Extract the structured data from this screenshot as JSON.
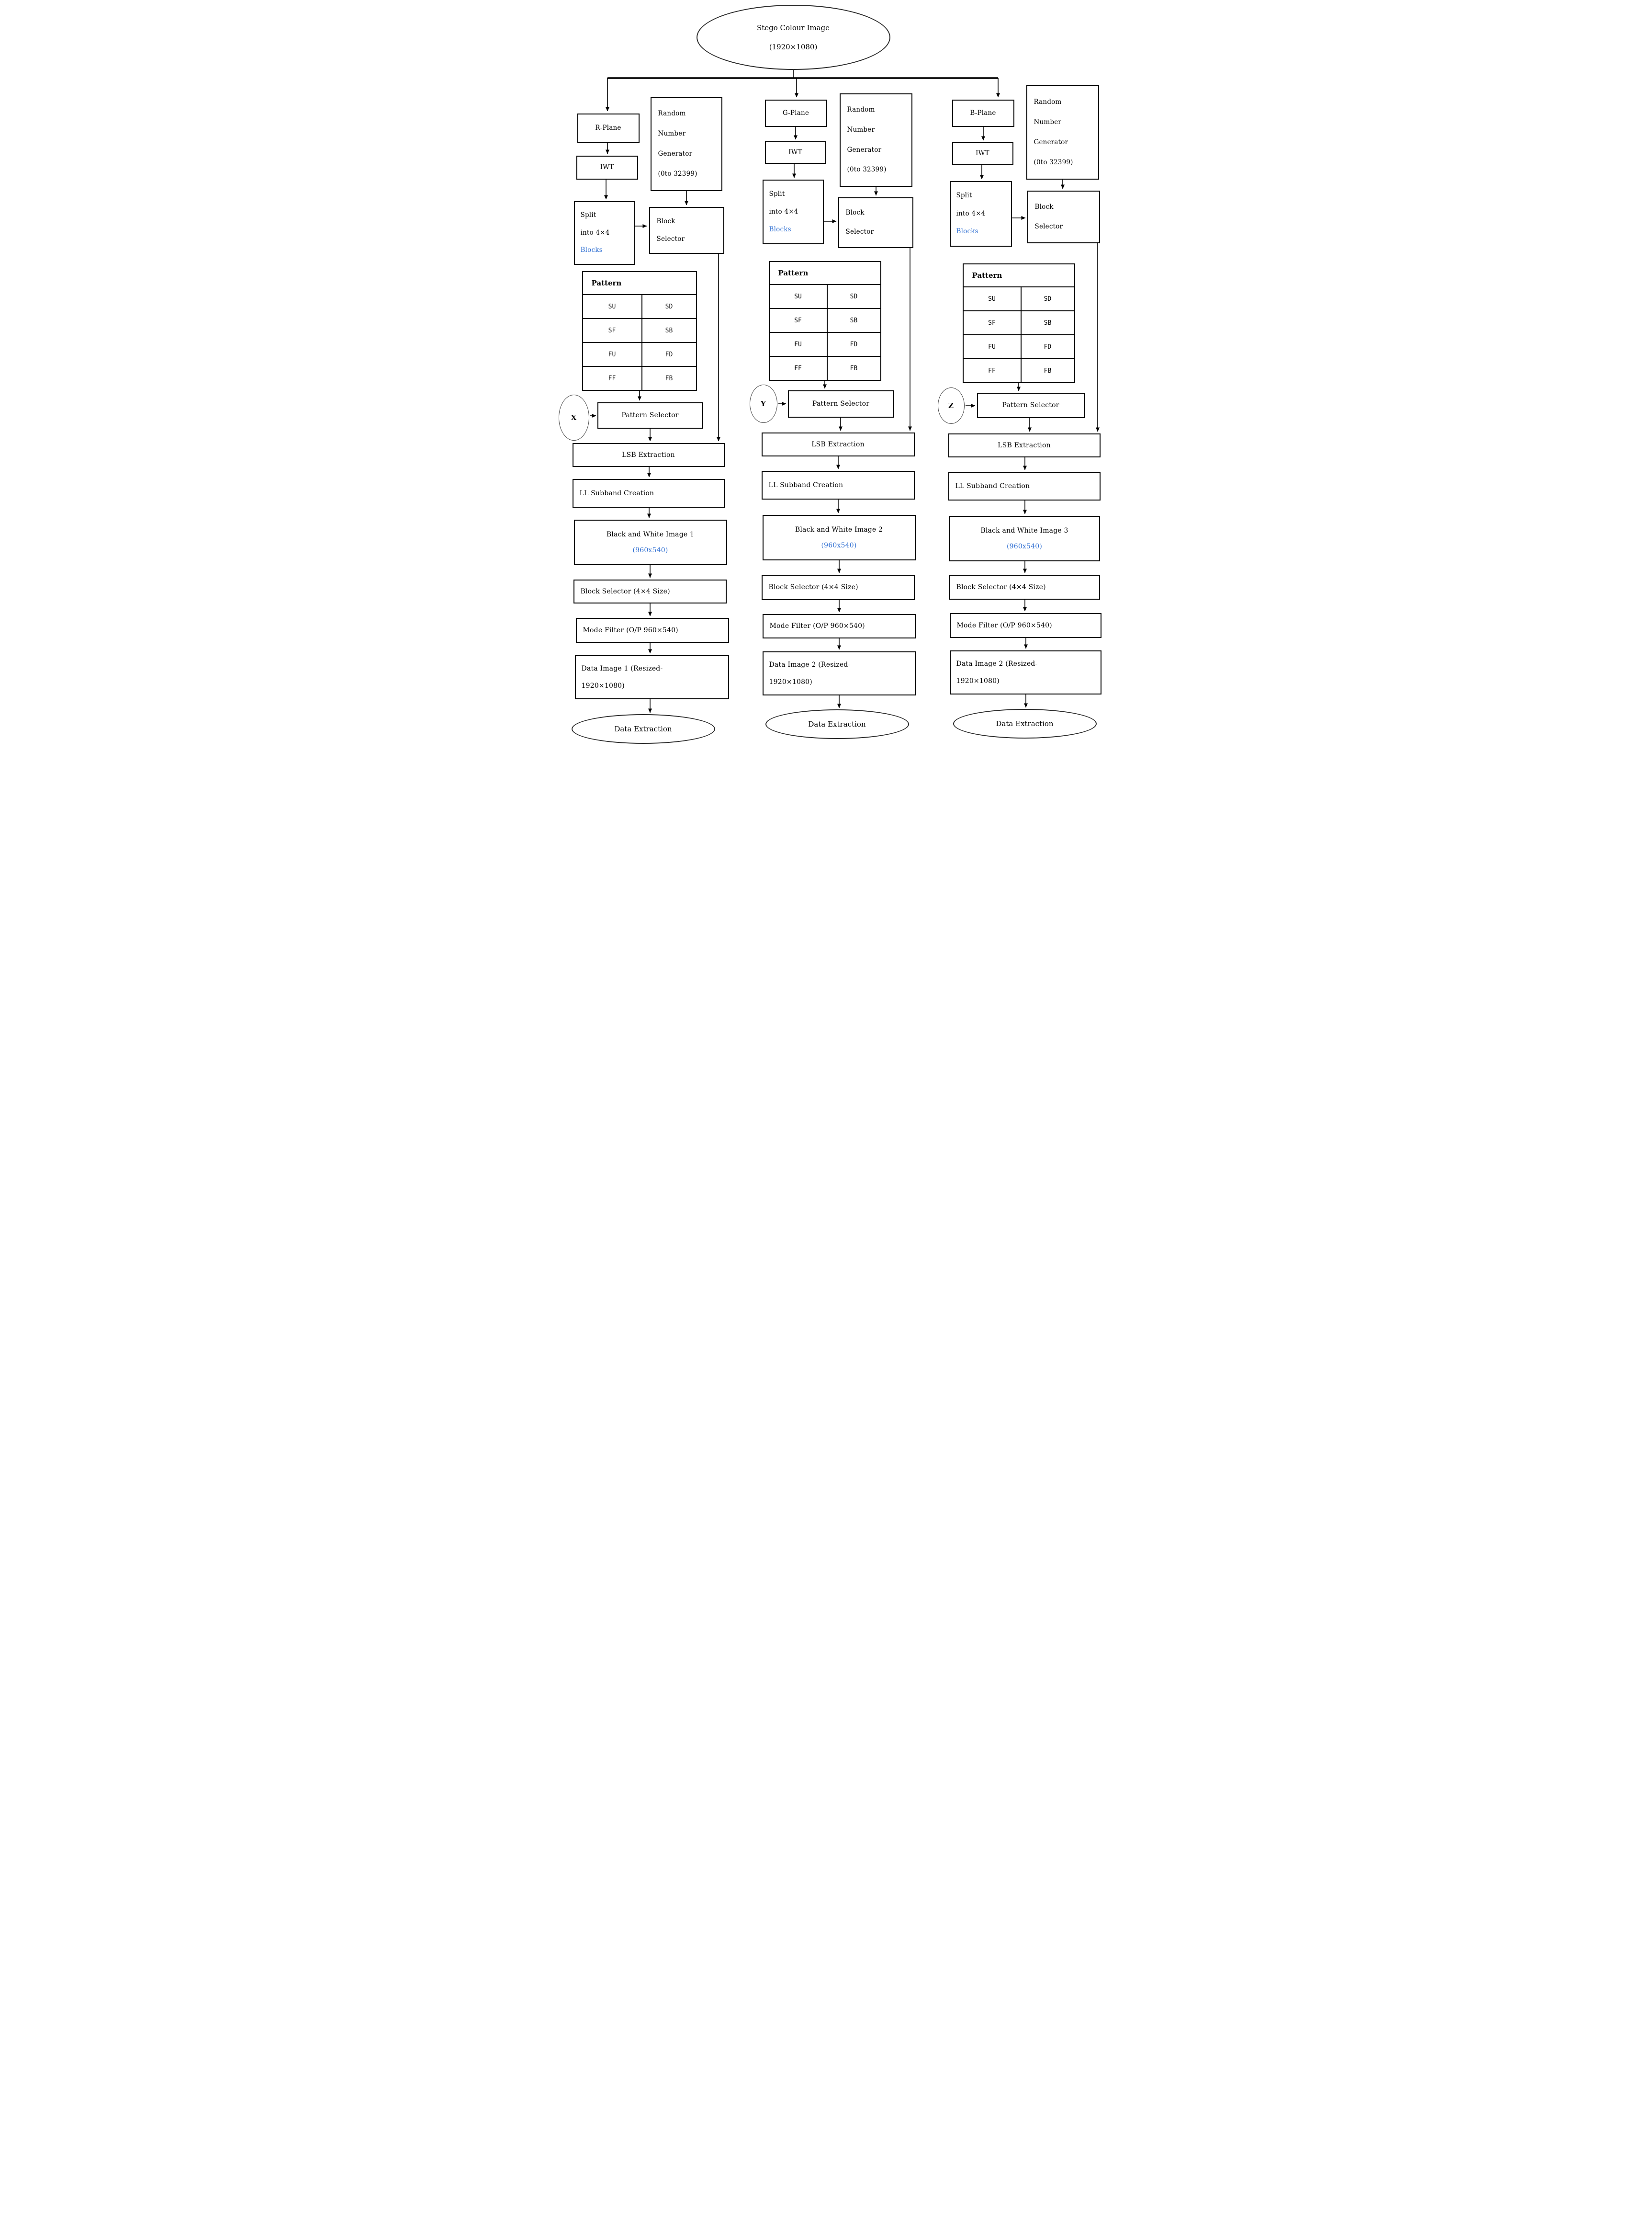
{
  "colors": {
    "accent": "#2f6fd2",
    "line": "#000000"
  },
  "stego": {
    "line1": "Stego Colour Image",
    "line2": "(1920×1080)"
  },
  "labels": {
    "data_extraction": "Data Extraction"
  },
  "pattern_table": {
    "header": "Pattern",
    "rows": [
      [
        "SU",
        "SD"
      ],
      [
        "SF",
        "SB"
      ],
      [
        "FU",
        "FD"
      ],
      [
        "FF",
        "FB"
      ]
    ]
  },
  "columns": [
    {
      "plane": "R-Plane",
      "iwt": "IWT",
      "split1": "Split",
      "split2": "into 4×4",
      "split3": "Blocks",
      "rng1": "Random",
      "rng2": "Number",
      "rng3": "Generator",
      "rng4": "(0to 32399)",
      "bsel1": "Block",
      "bsel2": "Selector",
      "input": "X",
      "pattern_selector": "Pattern Selector",
      "lsb": "LSB Extraction",
      "ll": "LL Subband Creation",
      "bw1": "Black and White Image 1",
      "bw2": "(960x540)",
      "bsel4": "Block Selector (4×4 Size)",
      "mode": "Mode Filter (O/P 960×540)",
      "di1": "Data Image 1 (Resized-",
      "di2": "1920×1080)"
    },
    {
      "plane": "G-Plane",
      "iwt": "IWT",
      "split1": "Split",
      "split2": "into 4×4",
      "split3": "Blocks",
      "rng1": "Random",
      "rng2": "Number",
      "rng3": "Generator",
      "rng4": "(0to 32399)",
      "bsel1": "Block",
      "bsel2": "Selector",
      "input": "Y",
      "pattern_selector": "Pattern Selector",
      "lsb": "LSB Extraction",
      "ll": "LL Subband Creation",
      "bw1": "Black and White Image 2",
      "bw2": "(960x540)",
      "bsel4": "Block Selector (4×4 Size)",
      "mode": "Mode Filter (O/P 960×540)",
      "di1": "Data Image 2 (Resized-",
      "di2": "1920×1080)"
    },
    {
      "plane": "B-Plane",
      "iwt": "IWT",
      "split1": "Split",
      "split2": "into 4×4",
      "split3": "Blocks",
      "rng1": "Random",
      "rng2": "Number",
      "rng3": "Generator",
      "rng4": "(0to 32399)",
      "bsel1": "Block",
      "bsel2": "Selector",
      "input": "Z",
      "pattern_selector": "Pattern Selector",
      "lsb": "LSB Extraction",
      "ll": "LL Subband Creation",
      "bw1": "Black and White Image 3",
      "bw2": "(960x540)",
      "bsel4": "Block Selector (4×4 Size)",
      "mode": "Mode Filter (O/P 960×540)",
      "di1": "Data Image 2 (Resized-",
      "di2": "1920×1080)"
    }
  ]
}
